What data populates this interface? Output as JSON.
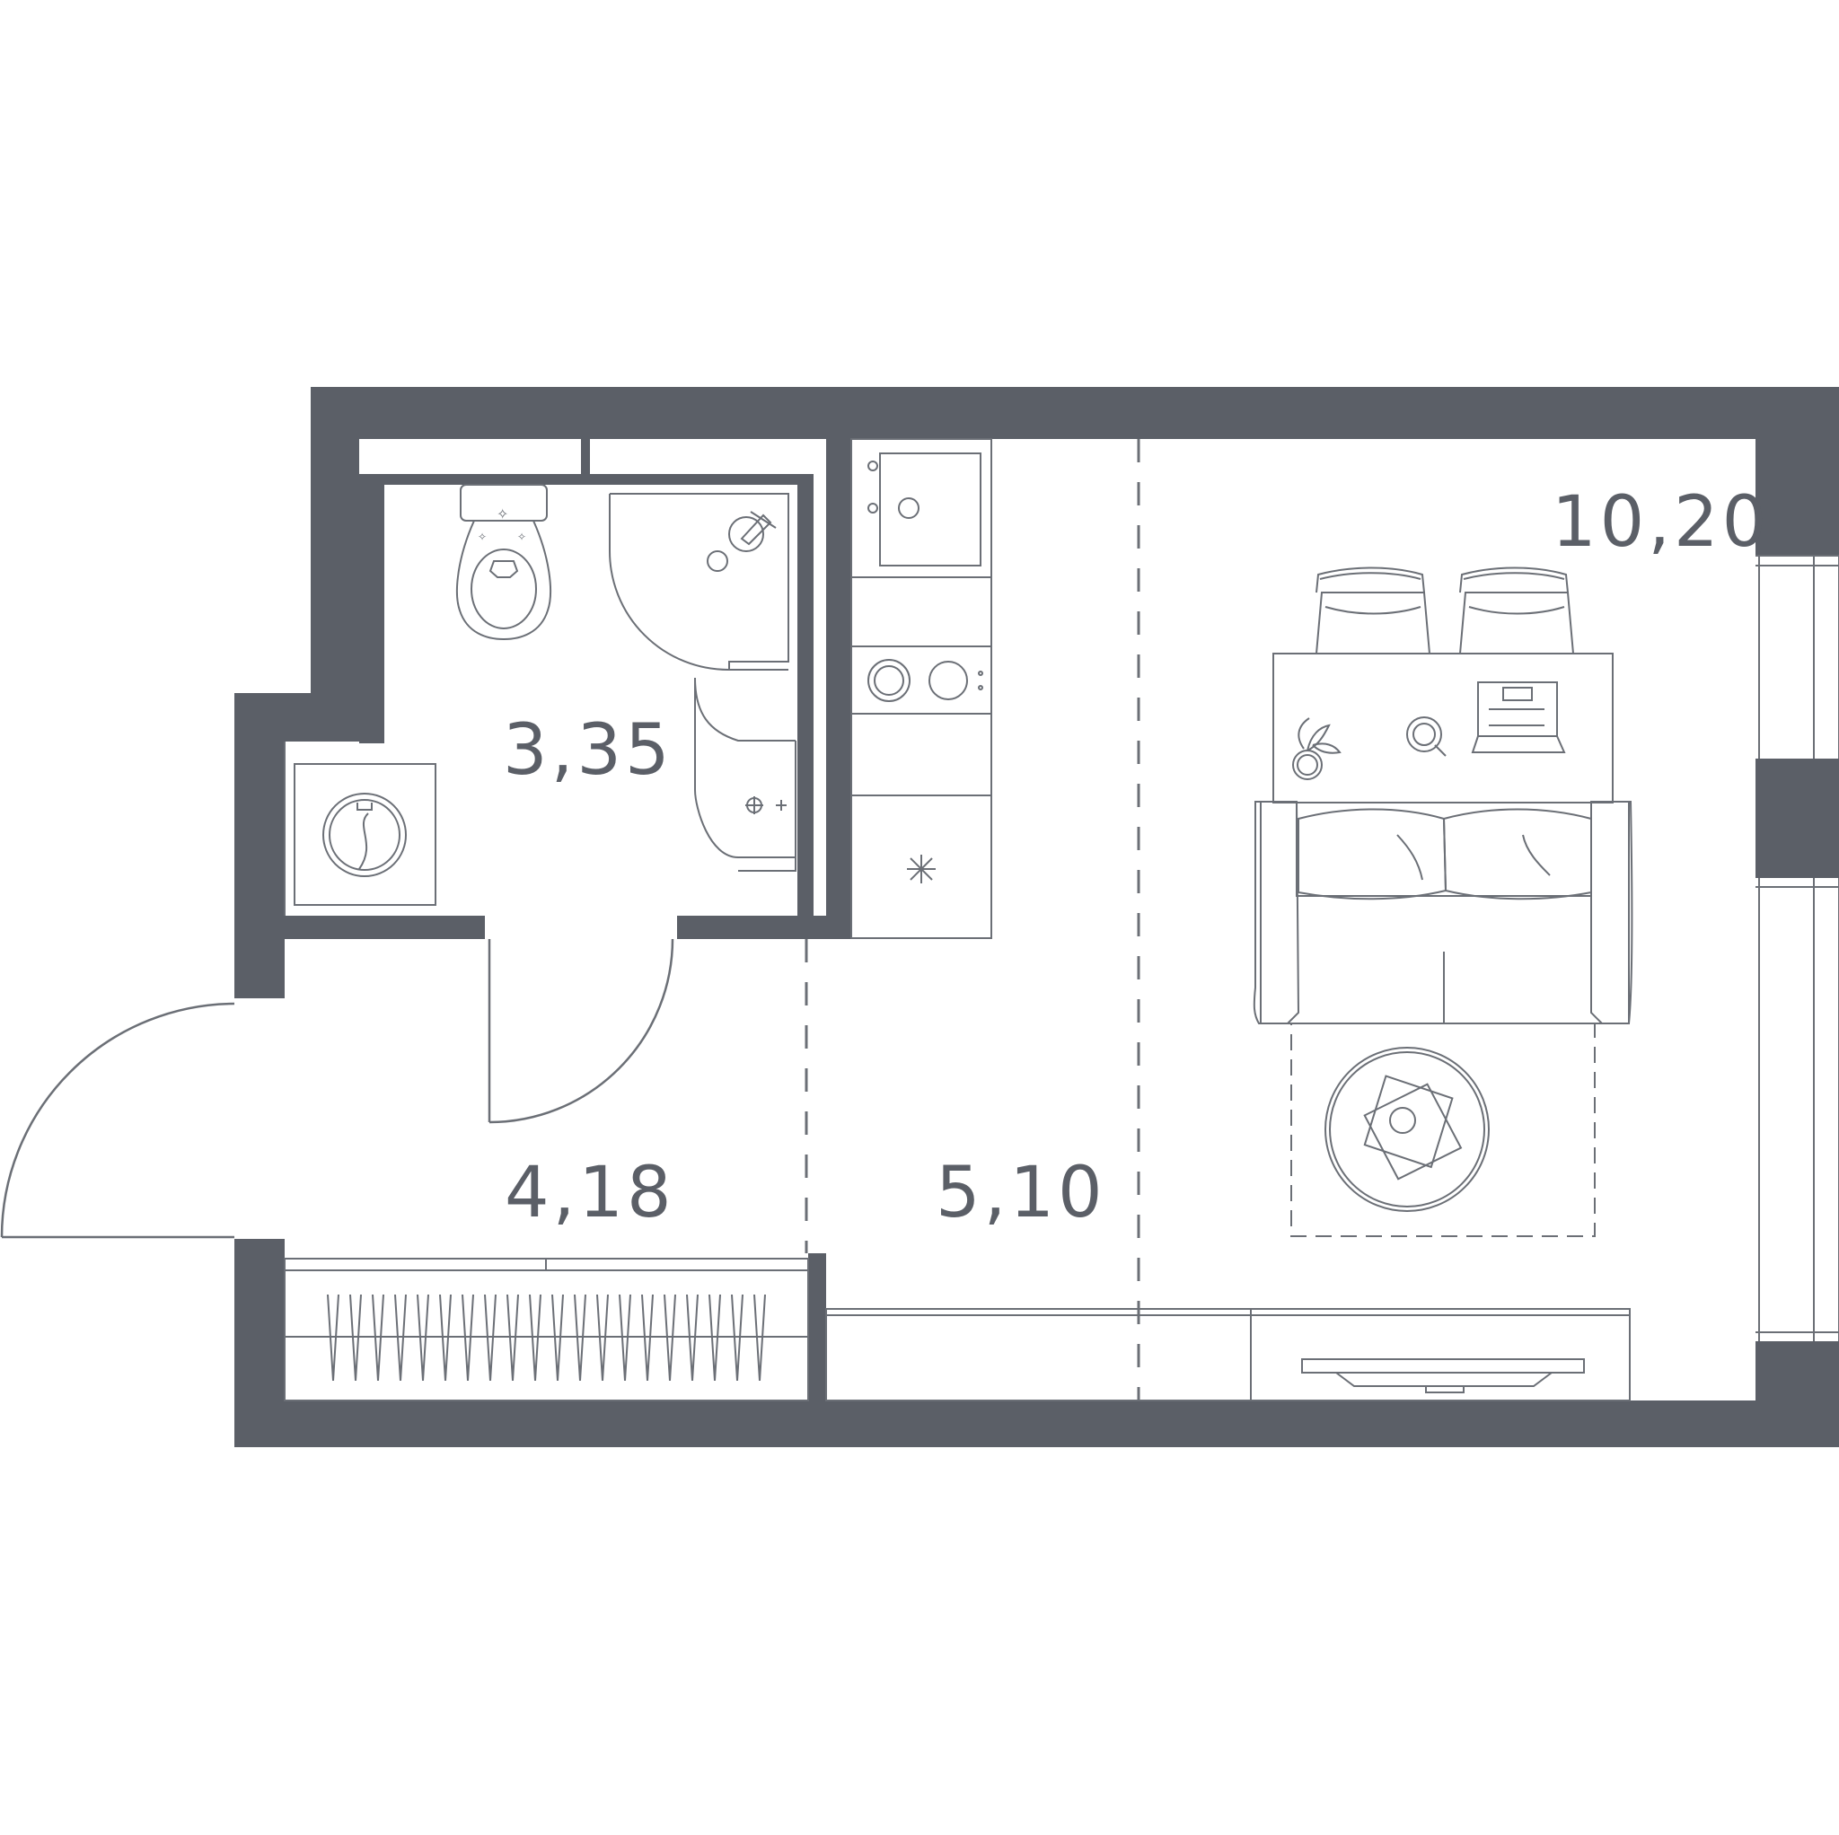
{
  "colors": {
    "wall": "#5b5f67",
    "line": "#6b6f76"
  },
  "rooms": [
    {
      "id": "bathroom",
      "area": "3,35"
    },
    {
      "id": "hallway",
      "area": "4,18"
    },
    {
      "id": "kitchen",
      "area": "5,10"
    },
    {
      "id": "living-room",
      "area": "10,20"
    }
  ]
}
